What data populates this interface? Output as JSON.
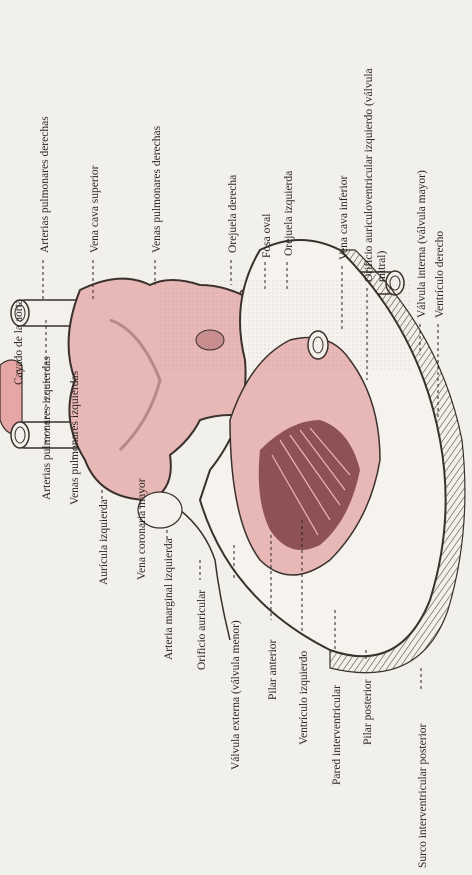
{
  "title": "",
  "colors": {
    "background": "#f1f0ea",
    "heart_pink": "#e8b8b6",
    "aorta_pink": "#e7a6a6",
    "muscle_dark": "#7d3e45",
    "ink": "#2b2623"
  },
  "labels_left": [
    "Cayado de la aorta",
    "Arterias pulmonares izquierdas",
    "Venas pulmonares izquierdas",
    "Aurícula izquierda",
    "Vena coronaria mayor",
    "Arteria marginal izquierda",
    "Orificio auricular",
    "Válvula externa (válvula menor)",
    "Pilar anterior",
    "Ventrículo izquierdo",
    "Pared interventricular",
    "Pilar posterior",
    "Surco interventricular posterior"
  ],
  "labels_right": [
    "Arterias pulmonares derechas",
    "Vena cava superior",
    "Venas pulmonares derechas",
    "Orejuela derecha",
    "Fosa oval",
    "Orejuela izquierda",
    "Vena cava inferior",
    "Orificio auriculoventricular izquierdo (válvula",
    "mitral)",
    "Válvula interna (válvula mayor)",
    "Ventrículo derecho"
  ]
}
